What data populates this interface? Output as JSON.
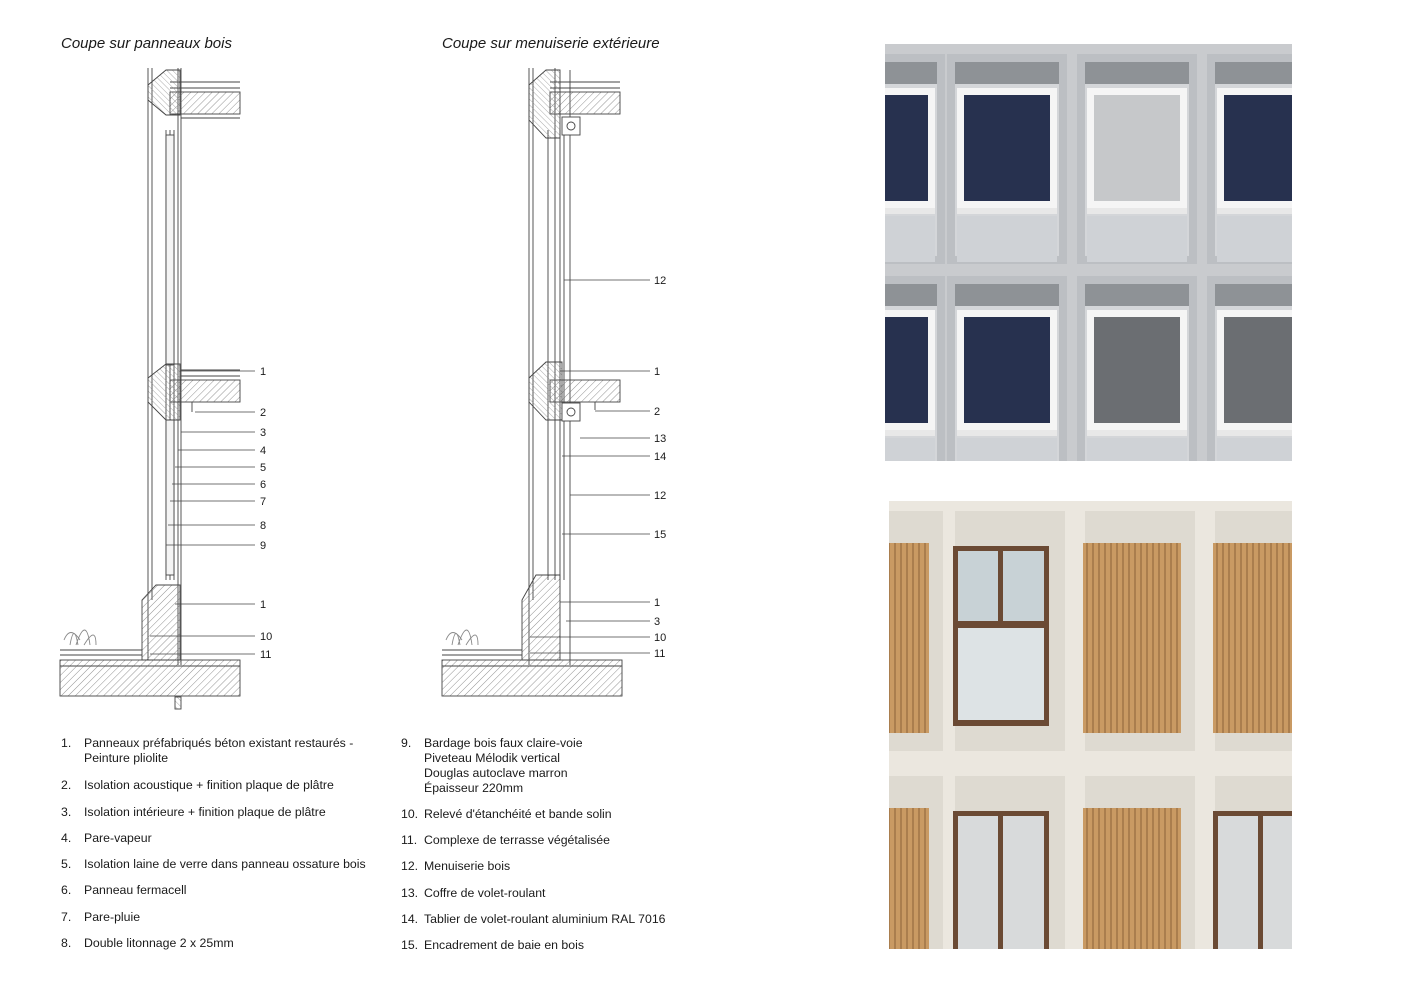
{
  "titles": {
    "left": "Coupe sur panneaux bois",
    "right": "Coupe sur menuiserie extérieure"
  },
  "callouts_left": [
    "1",
    "2",
    "3",
    "4",
    "5",
    "6",
    "7",
    "8",
    "9",
    "1",
    "10",
    "11"
  ],
  "callouts_right": [
    "12",
    "1",
    "2",
    "13",
    "14",
    "12",
    "15",
    "1",
    "3",
    "10",
    "11"
  ],
  "legend_left": [
    {
      "num": "1.",
      "text": "Panneaux préfabriqués béton existant restaurés -\nPeinture pliolite"
    },
    {
      "num": "2.",
      "text": "Isolation acoustique + finition plaque de plâtre"
    },
    {
      "num": "3.",
      "text": "Isolation intérieure + finition plaque de plâtre"
    },
    {
      "num": "4.",
      "text": "Pare-vapeur"
    },
    {
      "num": "5.",
      "text": "Isolation laine de verre dans panneau ossature bois"
    },
    {
      "num": "6.",
      "text": "Panneau fermacell"
    },
    {
      "num": "7.",
      "text": "Pare-pluie"
    },
    {
      "num": "8.",
      "text": "Double litonnage 2 x 25mm"
    }
  ],
  "legend_right": [
    {
      "num": "9.",
      "text": "Bardage bois faux claire-voie\nPiveteau Mélodik vertical\nDouglas autoclave marron\nÉpaisseur 220mm"
    },
    {
      "num": "10.",
      "text": "Relevé d'étanchéité et bande solin"
    },
    {
      "num": "11.",
      "text": "Complexe de terrasse végétalisée"
    },
    {
      "num": "12.",
      "text": "Menuiserie bois"
    },
    {
      "num": "13.",
      "text": "Coffre de volet-roulant"
    },
    {
      "num": "14.",
      "text": "Tablier de volet-roulant aluminium RAL 7016"
    },
    {
      "num": "15.",
      "text": "Encadrement de baie en bois"
    }
  ],
  "colors": {
    "line": "#444444",
    "hatch": "#777777",
    "concrete_photo": "#c9cbce",
    "glass_dark": "#27314f",
    "wood": "#c99a63",
    "frame_brown": "#6b4a34"
  }
}
